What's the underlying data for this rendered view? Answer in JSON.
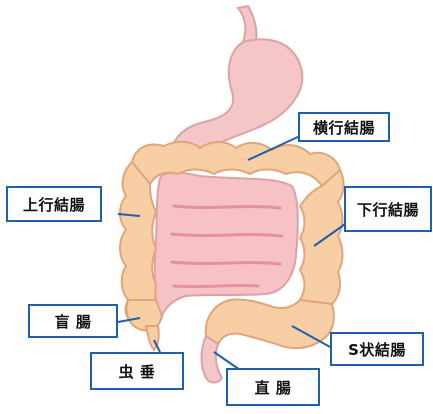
{
  "labels": {
    "transverse_colon": "横行結腸",
    "ascending_colon": "上行結腸",
    "descending_colon": "下行結腸",
    "cecum": "盲 腸",
    "sigmoid_colon": "S状結腸",
    "appendix": "虫 垂",
    "rectum": "直 腸"
  },
  "colors": {
    "colon_fill": "#f8cea4",
    "colon_stroke": "#e0a57a",
    "stomach_fill": "#f4c6c8",
    "stomach_stroke": "#dca2a6",
    "small_intestine_fill": "#f6c2c6",
    "small_intestine_fold": "#e590a0",
    "label_border": "#1f5fae",
    "leader_line": "#1f5fae"
  }
}
